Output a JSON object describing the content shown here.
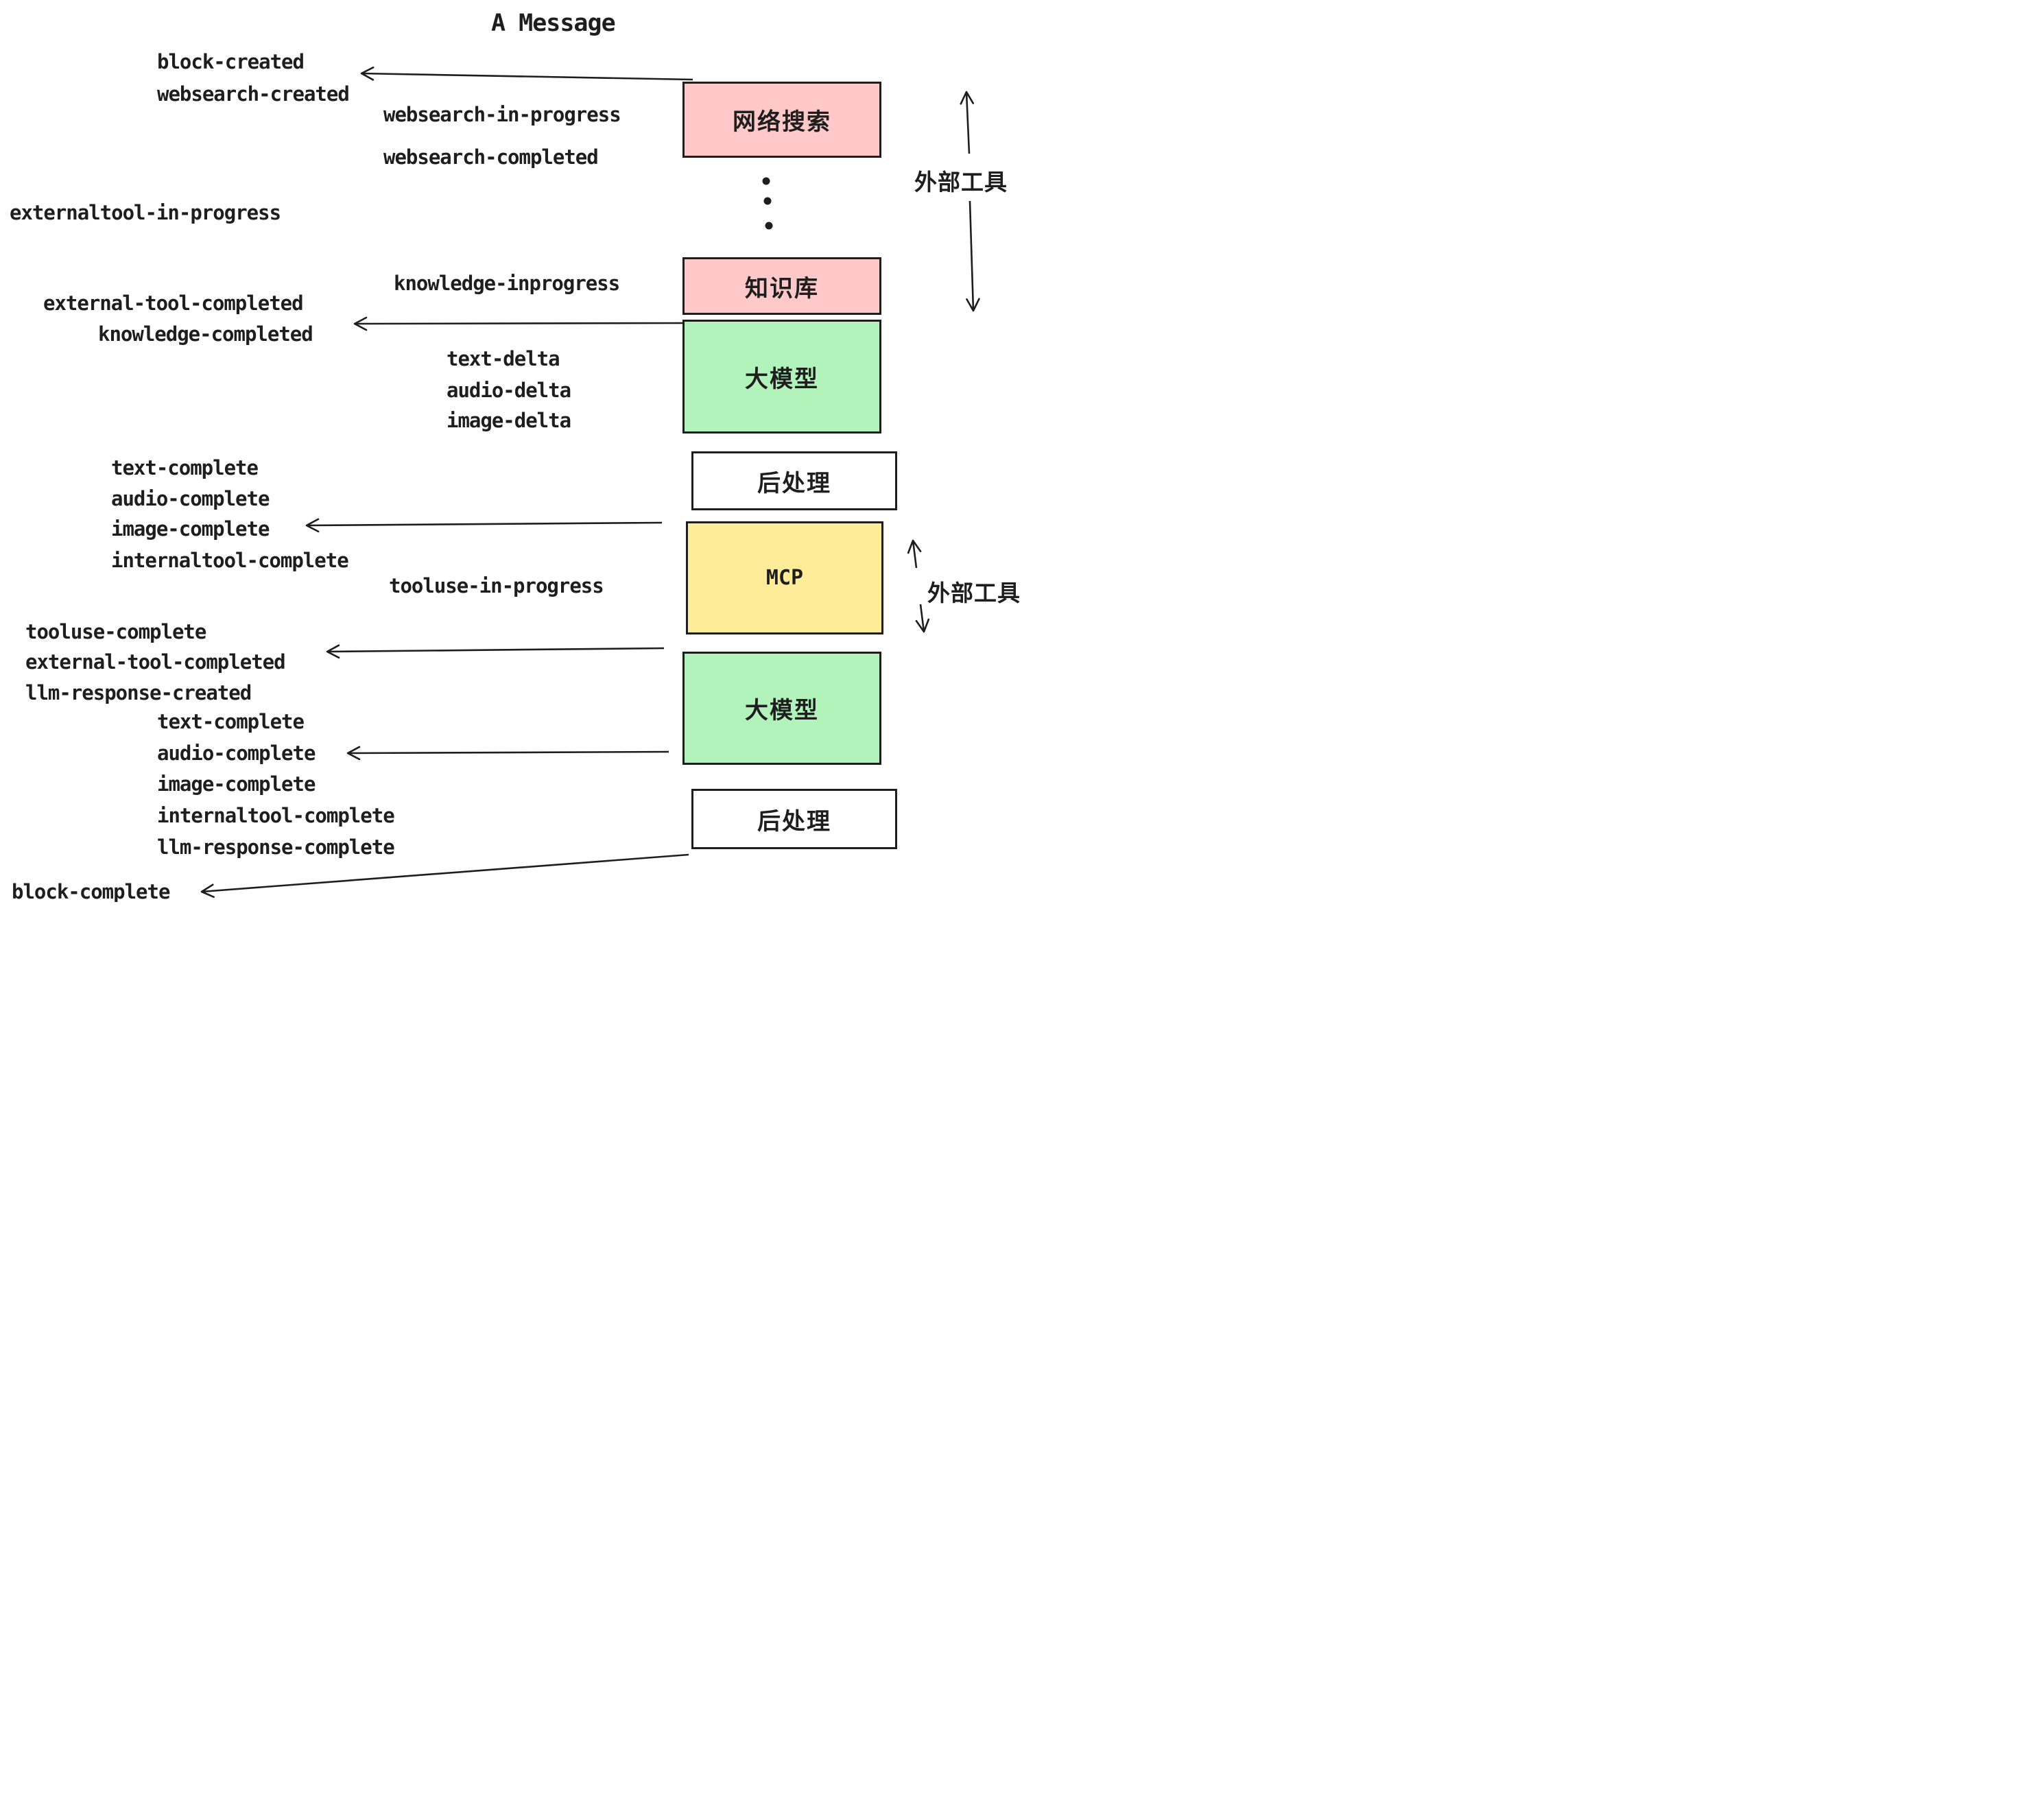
{
  "title": "A Message",
  "colors": {
    "pink": "#ffc9c9",
    "green": "#b2f2bb",
    "yellow": "#ffec99",
    "white": "#ffffff",
    "ink": "#1e1e1e"
  },
  "boxes": [
    {
      "id": "websearch",
      "label": "网络搜索",
      "fill": "pink"
    },
    {
      "id": "knowledge",
      "label": "知识库",
      "fill": "pink"
    },
    {
      "id": "llm-1",
      "label": "大模型",
      "fill": "green"
    },
    {
      "id": "post-1",
      "label": "后处理",
      "fill": "white"
    },
    {
      "id": "mcp",
      "label": "MCP",
      "fill": "yellow"
    },
    {
      "id": "llm-2",
      "label": "大模型",
      "fill": "green"
    },
    {
      "id": "post-2",
      "label": "后处理",
      "fill": "white"
    }
  ],
  "side_labels": [
    {
      "text": "外部工具"
    },
    {
      "text": "外部工具"
    }
  ],
  "ellipsis": {
    "dot_count": 3
  },
  "events": [
    {
      "id": "block-created",
      "text": "block-created"
    },
    {
      "id": "websearch-created",
      "text": "websearch-created"
    },
    {
      "id": "websearch-in-progress",
      "text": "websearch-in-progress"
    },
    {
      "id": "websearch-completed",
      "text": "websearch-completed"
    },
    {
      "id": "externaltool-in-progress",
      "text": "externaltool-in-progress"
    },
    {
      "id": "knowledge-inprogress",
      "text": "knowledge-inprogress"
    },
    {
      "id": "external-tool-completed-1",
      "text": "external-tool-completed"
    },
    {
      "id": "knowledge-completed",
      "text": "knowledge-completed"
    },
    {
      "id": "text-delta-1",
      "text": "text-delta"
    },
    {
      "id": "audio-delta-1",
      "text": "audio-delta"
    },
    {
      "id": "image-delta-1",
      "text": "image-delta"
    },
    {
      "id": "text-complete-1",
      "text": "text-complete"
    },
    {
      "id": "audio-complete-1",
      "text": "audio-complete"
    },
    {
      "id": "image-complete-1",
      "text": "image-complete"
    },
    {
      "id": "internaltool-complete-1",
      "text": "internaltool-complete"
    },
    {
      "id": "tooluse-in-progress",
      "text": "tooluse-in-progress"
    },
    {
      "id": "tooluse-complete",
      "text": "tooluse-complete"
    },
    {
      "id": "external-tool-completed-2",
      "text": "external-tool-completed"
    },
    {
      "id": "llm-response-created",
      "text": "llm-response-created"
    },
    {
      "id": "text-complete-2",
      "text": "text-complete"
    },
    {
      "id": "audio-complete-2",
      "text": "audio-complete"
    },
    {
      "id": "image-complete-2",
      "text": "image-complete"
    },
    {
      "id": "internaltool-complete-2",
      "text": "internaltool-complete"
    },
    {
      "id": "llm-response-complete",
      "text": "llm-response-complete"
    },
    {
      "id": "block-complete",
      "text": "block-complete"
    }
  ]
}
